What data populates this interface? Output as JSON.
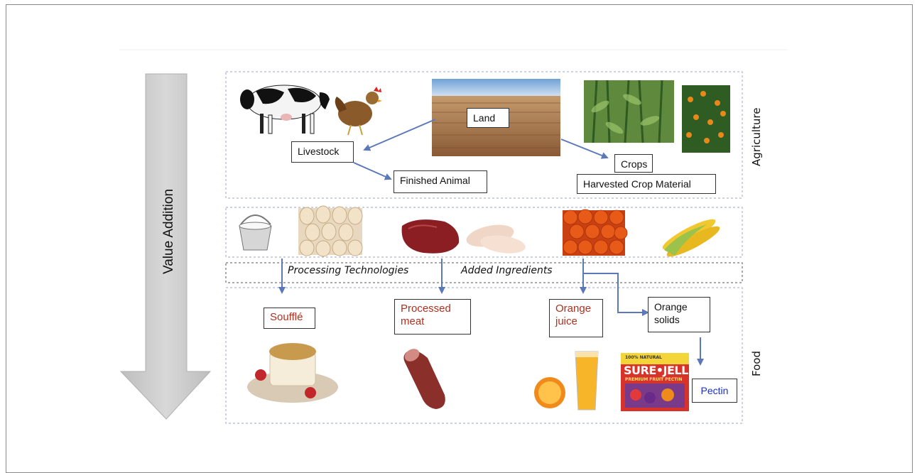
{
  "value_axis": {
    "label": "Value Addition"
  },
  "sections": {
    "agriculture": "Agriculture",
    "food": "Food"
  },
  "nodes": {
    "land": "Land",
    "livestock": "Livestock",
    "finished_animal": "Finished Animal",
    "crops": "Crops",
    "harvested_crop": "Harvested Crop Material",
    "souffle": "Soufflé",
    "processed_meat": "Processed meat",
    "orange_juice": "Orange juice",
    "orange_solids": "Orange solids",
    "pectin": "Pectin"
  },
  "process_labels": {
    "processing": "Processing Technologies",
    "ingredients": "Added Ingredients"
  },
  "product_brand": {
    "small_top": "100% NATURAL",
    "name": "SURE•JELL",
    "sub": "PREMIUM FRUIT PECTIN"
  },
  "colors": {
    "arrow": "#5b79b8",
    "big_arrow": "#c9c9c9",
    "food_label": "#b03020",
    "pectin": "#1a2fd6"
  }
}
